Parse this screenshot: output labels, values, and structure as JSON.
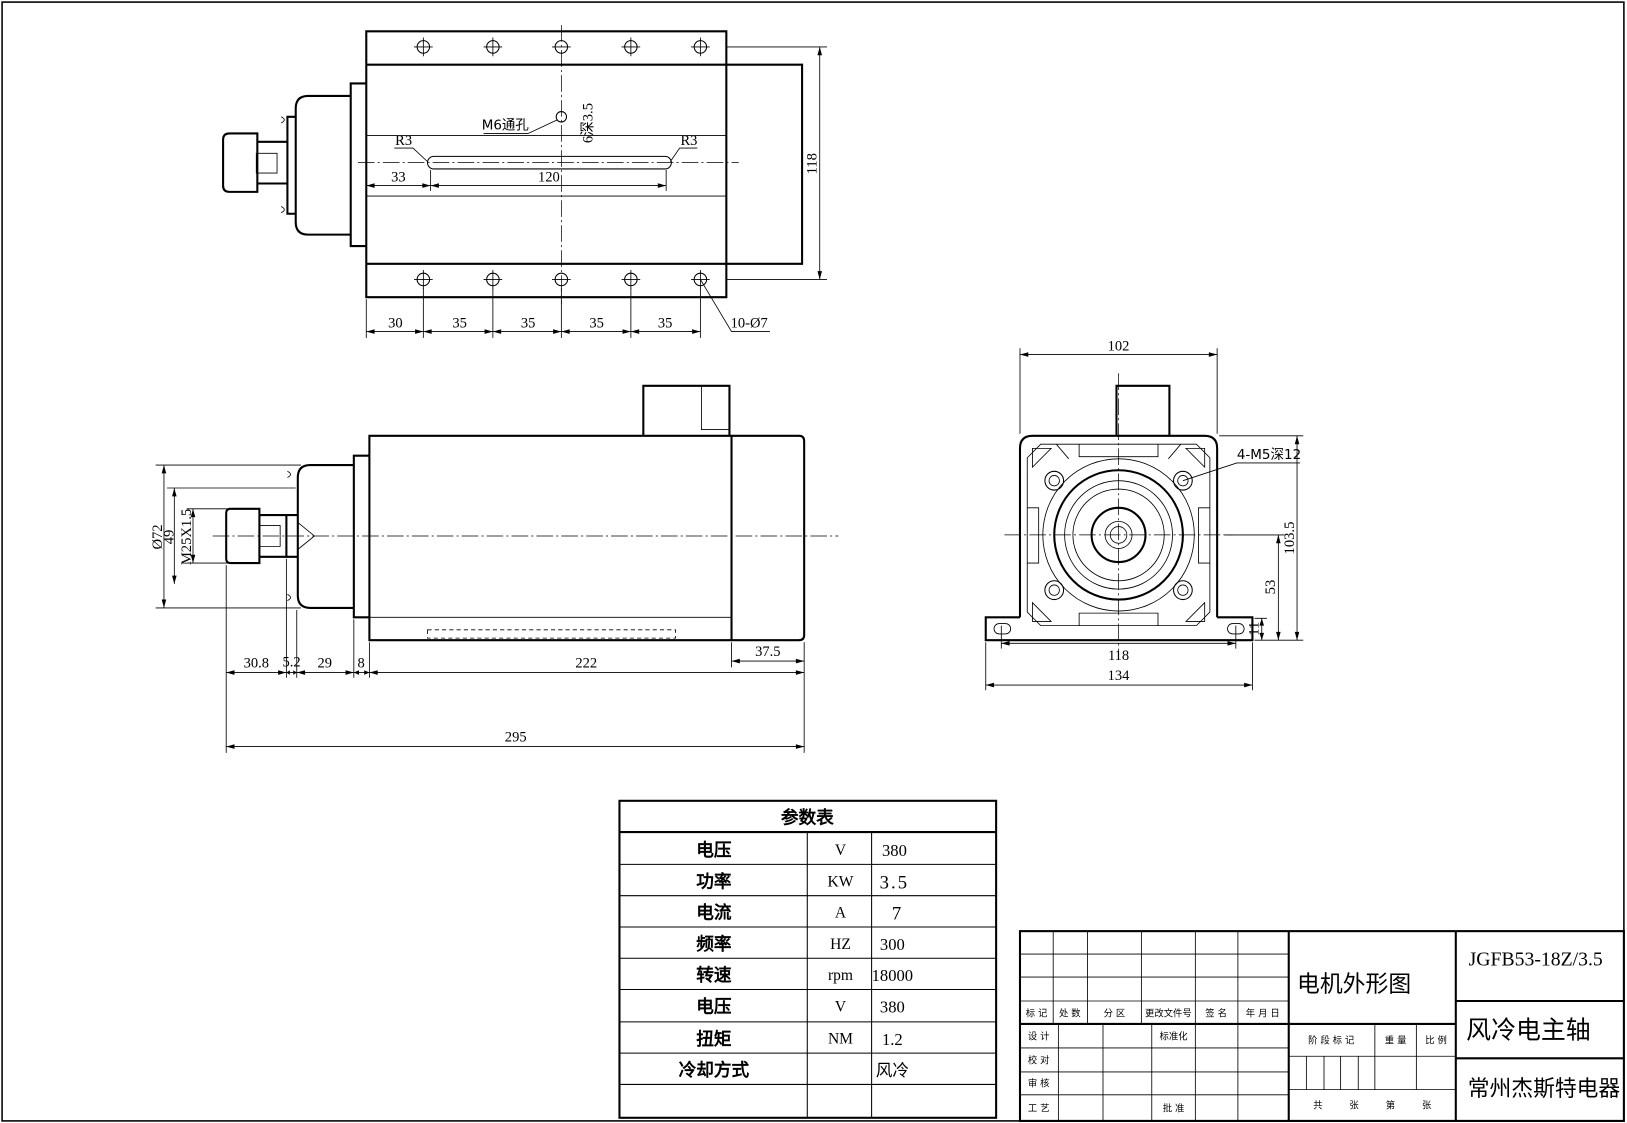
{
  "drawing": {
    "top_view": {
      "hole_note": "M6通孔",
      "depth_note": "6深3.5",
      "radius_left": "R3",
      "radius_right": "R3",
      "slot_offset": "33",
      "slot_length": "120",
      "hole_row_spacing": "118",
      "hole_pitch": [
        "30",
        "35",
        "35",
        "35",
        "35"
      ],
      "mounting_holes": "10-Ø7"
    },
    "side_view": {
      "diameter_outer": "Ø72",
      "diameter_nose": "49",
      "thread": "M25X1.5",
      "length_segments": [
        "30.8",
        "5.2",
        "29",
        "8",
        "222"
      ],
      "end_cap_length": "37.5",
      "overall_length": "295"
    },
    "end_view": {
      "width": "102",
      "screw_holes": "4-M5深12",
      "height": "103.5",
      "center_height": "53",
      "foot_thickness": "11",
      "foot_hole_spacing": "118",
      "base_width": "134"
    }
  },
  "param_table": {
    "title": "参数表",
    "rows": [
      {
        "name": "电压",
        "unit": "V",
        "value": "380"
      },
      {
        "name": "功率",
        "unit": "KW",
        "value": "3.5"
      },
      {
        "name": "电流",
        "unit": "A",
        "value": "7"
      },
      {
        "name": "频率",
        "unit": "HZ",
        "value": "300"
      },
      {
        "name": "转速",
        "unit": "rpm",
        "value": "18000"
      },
      {
        "name": "电压",
        "unit": "V",
        "value": "380"
      },
      {
        "name": "扭矩",
        "unit": "NM",
        "value": "1.2"
      },
      {
        "name": "冷却方式",
        "unit": "",
        "value": "风冷"
      }
    ]
  },
  "title_block": {
    "drawing_name": "电机外形图",
    "drawing_number": "JGFB53-18Z/3.5",
    "product_name": "风冷电主轴",
    "company": "常州杰斯特电器",
    "revision_headers": [
      "标 记",
      "处 数",
      "分 区",
      "更改文件号",
      "签 名",
      "年 月 日"
    ],
    "sign_rows": [
      "设 计",
      "校 对",
      "审 核",
      "工 艺"
    ],
    "standardization": "标准化",
    "approval": "批 准",
    "stage_mark": "阶 段 标 记",
    "weight": "重 量",
    "scale": "比 例",
    "sheet_count": [
      "共",
      "张",
      "第",
      "张"
    ]
  }
}
